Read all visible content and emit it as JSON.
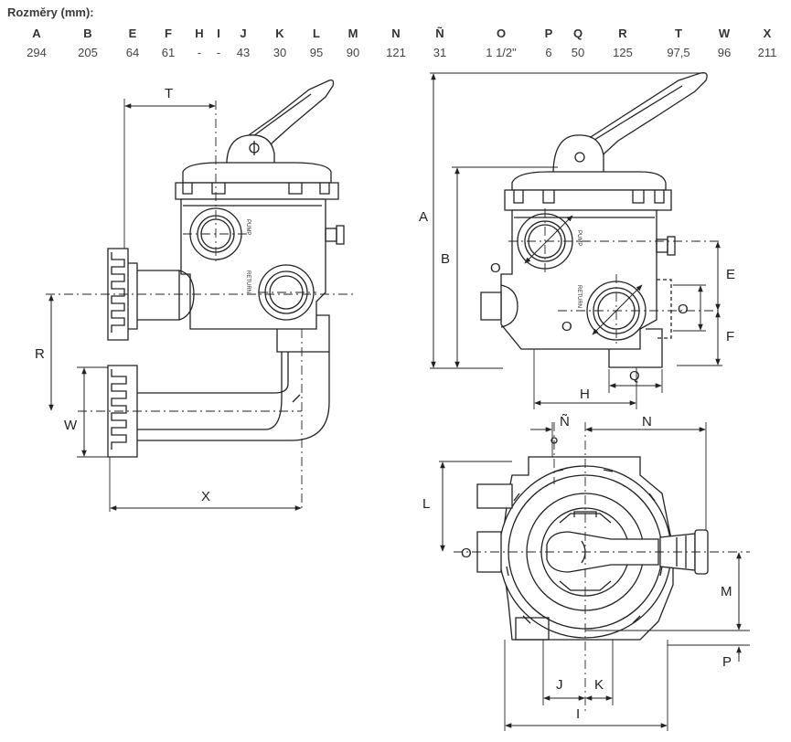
{
  "title": "Rozměry (mm):",
  "table": {
    "columns": [
      {
        "label": "A",
        "value": "294"
      },
      {
        "label": "B",
        "value": "205"
      },
      {
        "label": "E",
        "value": "64"
      },
      {
        "label": "F",
        "value": "61"
      },
      {
        "label": "H",
        "value": "-"
      },
      {
        "label": "I",
        "value": "-"
      },
      {
        "label": "J",
        "value": "43"
      },
      {
        "label": "K",
        "value": "30"
      },
      {
        "label": "L",
        "value": "95"
      },
      {
        "label": "M",
        "value": "90"
      },
      {
        "label": "N",
        "value": "121"
      },
      {
        "label": "Ñ",
        "value": "31"
      },
      {
        "label": "O",
        "value": "1 1/2\""
      },
      {
        "label": "P",
        "value": "6"
      },
      {
        "label": "Q",
        "value": "50"
      },
      {
        "label": "R",
        "value": "125"
      },
      {
        "label": "T",
        "value": "97,5"
      },
      {
        "label": "W",
        "value": "96"
      },
      {
        "label": "X",
        "value": "211"
      }
    ]
  },
  "drawing": {
    "side_view": {
      "T": "T",
      "R": "R",
      "W": "W",
      "X": "X"
    },
    "front_view": {
      "A": "A",
      "B": "B",
      "E": "E",
      "F": "F",
      "H": "H",
      "Q": "Q",
      "O1": "O",
      "O2": "O",
      "O3": "O"
    },
    "top_view": {
      "N_tilde": "Ñ",
      "N": "N",
      "L": "L",
      "M": "M",
      "P": "P",
      "J": "J",
      "K": "K",
      "I": "I",
      "O": "O"
    },
    "port_labels": {
      "pump": "PUMP",
      "return": "RETURN"
    }
  }
}
